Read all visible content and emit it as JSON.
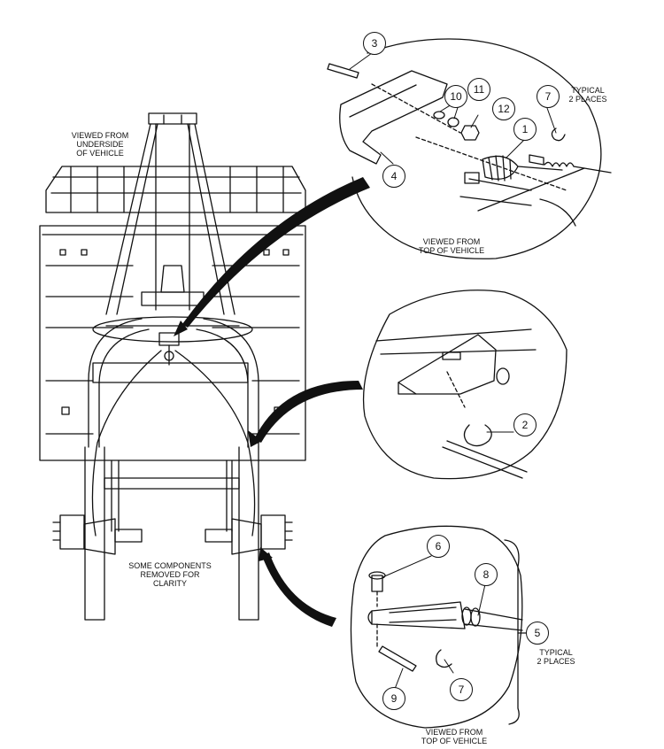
{
  "notes": {
    "underside": "VIEWED FROM\nUNDERSIDE\nOF VEHICLE",
    "top_view_1": "VIEWED FROM\nTOP OF VEHICLE",
    "typical_top": "TYPICAL\n2 PLACES",
    "some_components": "SOME COMPONENTS\nREMOVED FOR\nCLARITY",
    "typical_bottom": "TYPICAL\n2 PLACES",
    "top_view_2": "VIEWED FROM\nTOP OF VEHICLE"
  },
  "callouts": {
    "c1": "1",
    "c2": "2",
    "c3": "3",
    "c4": "4",
    "c5": "5",
    "c6": "6",
    "c7a": "7",
    "c7b": "7",
    "c8": "8",
    "c9": "9",
    "c10": "10",
    "c11": "11",
    "c12": "12"
  }
}
